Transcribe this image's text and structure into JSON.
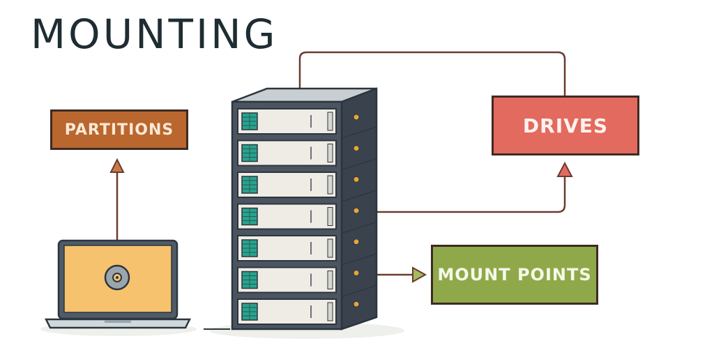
{
  "title": "MOUNTING",
  "nodes": {
    "partitions": "PARTITIONS",
    "drives": "DRIVES",
    "mount_points": "MOUNT POINTS"
  },
  "colors": {
    "partitions": "#b9672f",
    "drives": "#e36a5e",
    "mount_points": "#8fa94a",
    "laptop_screen": "#f6c26e",
    "server_body": "#4b5561",
    "connector": "#6b3a30"
  },
  "icons": {
    "laptop": "laptop-icon",
    "disc": "disc-icon",
    "server": "server-rack-icon"
  }
}
